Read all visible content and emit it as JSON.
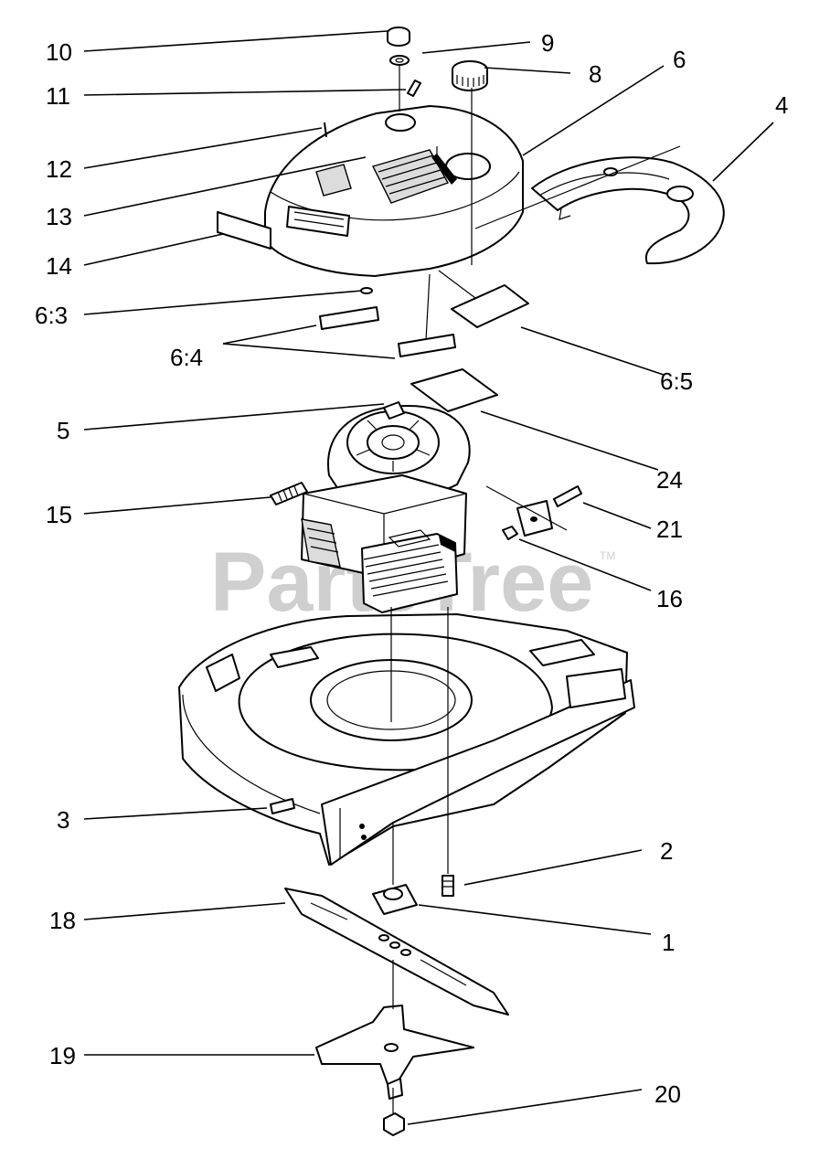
{
  "watermark": {
    "text": "PartsTree",
    "tm": "TM"
  },
  "callouts": {
    "p10": "10",
    "p9": "9",
    "p11": "11",
    "p8": "8",
    "p6": "6",
    "p4": "4",
    "p12": "12",
    "p13": "13",
    "p14": "14",
    "p6_3": "6:3",
    "p6_4": "6:4",
    "p6_5": "6:5",
    "p5": "5",
    "p24": "24",
    "p15": "15",
    "p21": "21",
    "p16": "16",
    "p3": "3",
    "p2": "2",
    "p18": "18",
    "p1": "1",
    "p19": "19",
    "p20": "20"
  }
}
